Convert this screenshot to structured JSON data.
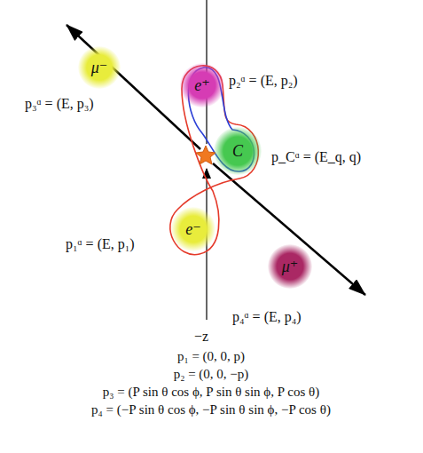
{
  "diagram": {
    "nodes": [
      {
        "text": [
          "μ⁻"
        ]
      },
      {
        "text": [
          "e⁺"
        ]
      },
      {
        "text": [
          "C"
        ]
      },
      {
        "text": [
          "e⁻"
        ]
      },
      {
        "text": [
          "μ⁺"
        ]
      }
    ],
    "labels": [
      "p₂ᵅ = (E, p₂)",
      "p₃ᵅ = (E, p₃)",
      "p_Cᵅ = (E_q, q)",
      "p₁ᵅ = (E, p₁)",
      "p₄ᵅ = (E, p₄)",
      "−z",
      "p₁ = (0, 0, p)",
      "p₂ = (0, 0, −p)",
      "p₃ = (P sin θ cos ϕ, P sin θ sin ϕ, P cos θ)",
      "p₄ = (−P sin θ cos ϕ, −P sin θ sin ϕ, −P cos θ)"
    ]
  }
}
